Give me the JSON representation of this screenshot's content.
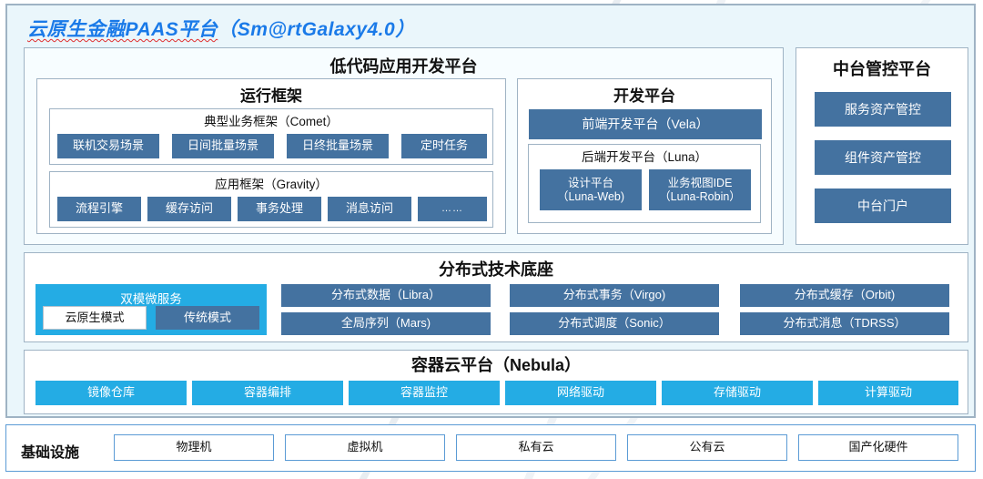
{
  "platform": {
    "title_cn": "云原生金融PAAS平台",
    "title_en": "（Sm@rtGalaxy4.0）",
    "accent_blue": "#1a7ae8",
    "steel_blue": "#4472a0",
    "cyan": "#24ace4",
    "panel_bg": "#eaf6fb",
    "border": "#9fb3c4"
  },
  "lowcode": {
    "title": "低代码应用开发平台",
    "runtime": {
      "title": "运行框架",
      "comet": {
        "title": "典型业务框架（Comet）",
        "items": [
          {
            "label": "联机交易场景"
          },
          {
            "label": "日间批量场景"
          },
          {
            "label": "日终批量场景"
          },
          {
            "label": "定时任务"
          }
        ]
      },
      "gravity": {
        "title": "应用框架（Gravity）",
        "items": [
          {
            "label": "流程引擎"
          },
          {
            "label": "缓存访问"
          },
          {
            "label": "事务处理"
          },
          {
            "label": "消息访问"
          },
          {
            "label": "……"
          }
        ]
      }
    },
    "devplat": {
      "title": "开发平台",
      "frontend": {
        "label": "前端开发平台（Vela）"
      },
      "luna": {
        "title": "后端开发平台（Luna）",
        "items": [
          {
            "line1": "设计平台",
            "line2": "（Luna-Web)"
          },
          {
            "line1": "业务视图IDE",
            "line2": "（Luna-Robin）"
          }
        ]
      }
    }
  },
  "midoffice": {
    "title": "中台管控平台",
    "items": [
      {
        "label": "服务资产管控"
      },
      {
        "label": "组件资产管控"
      },
      {
        "label": "中台门户"
      }
    ]
  },
  "distbase": {
    "title": "分布式技术底座",
    "dualmode": {
      "title": "双模微服务",
      "modes": [
        {
          "label": "云原生模式",
          "style": "white"
        },
        {
          "label": "传统模式",
          "style": "steel"
        }
      ]
    },
    "items": [
      {
        "label": "分布式数据（Libra）"
      },
      {
        "label": "分布式事务（Virgo)"
      },
      {
        "label": "分布式缓存（Orbit)"
      },
      {
        "label": "全局序列（Mars)"
      },
      {
        "label": "分布式调度（Sonic）"
      },
      {
        "label": "分布式消息（TDRSS）"
      }
    ]
  },
  "container": {
    "title": "容器云平台（Nebula）",
    "items": [
      {
        "label": "镜像仓库"
      },
      {
        "label": "容器编排"
      },
      {
        "label": "容器监控"
      },
      {
        "label": "网络驱动"
      },
      {
        "label": "存储驱动"
      },
      {
        "label": "计算驱动"
      }
    ]
  },
  "infrastructure": {
    "label": "基础设施",
    "items": [
      {
        "label": "物理机"
      },
      {
        "label": "虚拟机"
      },
      {
        "label": "私有云"
      },
      {
        "label": "公有云"
      },
      {
        "label": "国产化硬件"
      }
    ]
  }
}
